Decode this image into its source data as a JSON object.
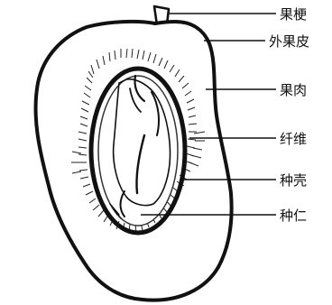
{
  "labels": {
    "stalk": "果梗",
    "exocarp": "外果皮",
    "mesocarp": "果肉",
    "fiber": "纤维",
    "shell": "种壳",
    "kernel": "种仁"
  }
}
